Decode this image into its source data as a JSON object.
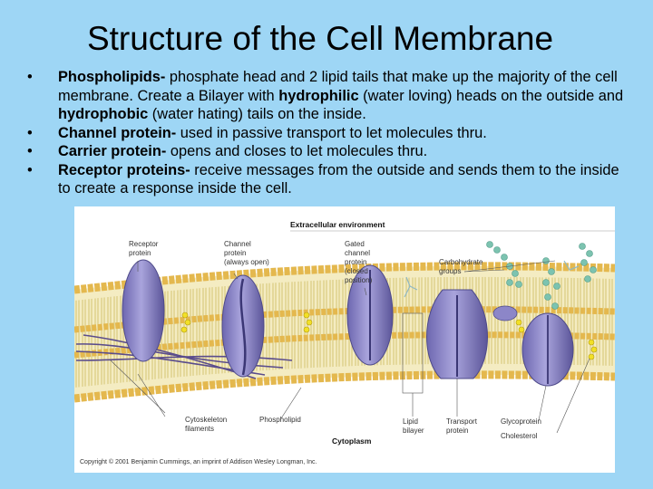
{
  "slide": {
    "title": "Structure of the Cell Membrane",
    "bullet_marker": "•",
    "bullets": [
      {
        "term": "Phospholipids-",
        "text_a": " phosphate head and 2 lipid tails that make up the majority of the cell membrane.  Create a Bilayer with ",
        "bold_a": "hydrophilic",
        "text_b": " (water loving) heads on the outside and ",
        "bold_b": "hydrophobic",
        "text_c": " (water hating) tails on the inside."
      },
      {
        "term": "Channel protein-",
        "text": " used in passive transport to let molecules thru."
      },
      {
        "term": "Carrier protein-",
        "text": " opens and closes to let molecules thru."
      },
      {
        "term": "Receptor proteins-",
        "text": " receive messages from the outside and sends them to the inside to create a response inside the cell."
      }
    ]
  },
  "figure": {
    "top_label": "Extracellular environment",
    "bottom_label": "Cytoplasm",
    "copyright": "Copyright © 2001 Benjamin Cummings, an imprint of Addison Wesley Longman, Inc.",
    "labels": {
      "receptor": [
        "Receptor",
        "protein"
      ],
      "channel": [
        "Channel",
        "protein",
        "(always open)"
      ],
      "gated": [
        "Gated",
        "channel",
        "protein",
        "(closed",
        "position)"
      ],
      "carbohydrate": [
        "Carbohydrate",
        "groups"
      ],
      "cytoskeleton": [
        "Cytoskeleton",
        "filaments"
      ],
      "phospholipid": [
        "Phospholipid"
      ],
      "lipid_bilayer": [
        "Lipid",
        "bilayer"
      ],
      "transport": [
        "Transport",
        "protein"
      ],
      "glycoprotein": [
        "Glycoprotein"
      ],
      "cholesterol": [
        "Cholesterol"
      ]
    },
    "colors": {
      "protein": "#8c86c8",
      "protein_dark": "#4e4a8a",
      "head": "#e9c56a",
      "tail": "#e8dc9c",
      "cholesterol": "#f2e027",
      "carbohydrate": "#7cc3b0",
      "filament": "#5a4c8c"
    }
  }
}
